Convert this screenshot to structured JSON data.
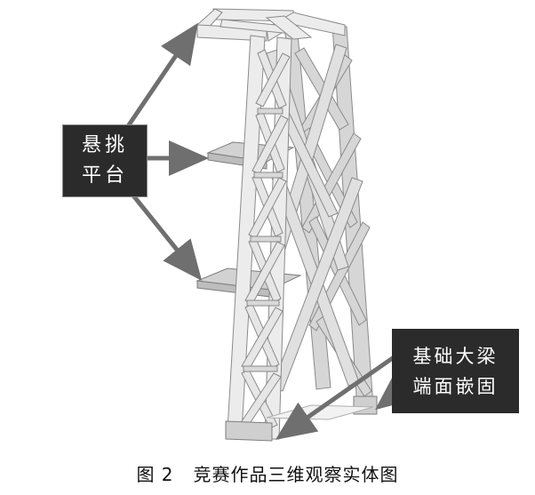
{
  "labels": {
    "cantilever_line1": "悬挑",
    "cantilever_line2": "平台",
    "foundation_line1": "基础大梁",
    "foundation_line2": "端面嵌固"
  },
  "caption": {
    "figure_number": "图 2",
    "title": "竞赛作品三维观察实体图"
  },
  "colors": {
    "member_fill": "#e4e4e4",
    "member_edge": "#8a8a8a",
    "arrow": "#6f6f6f",
    "label_bg": "#2b2b2b"
  }
}
